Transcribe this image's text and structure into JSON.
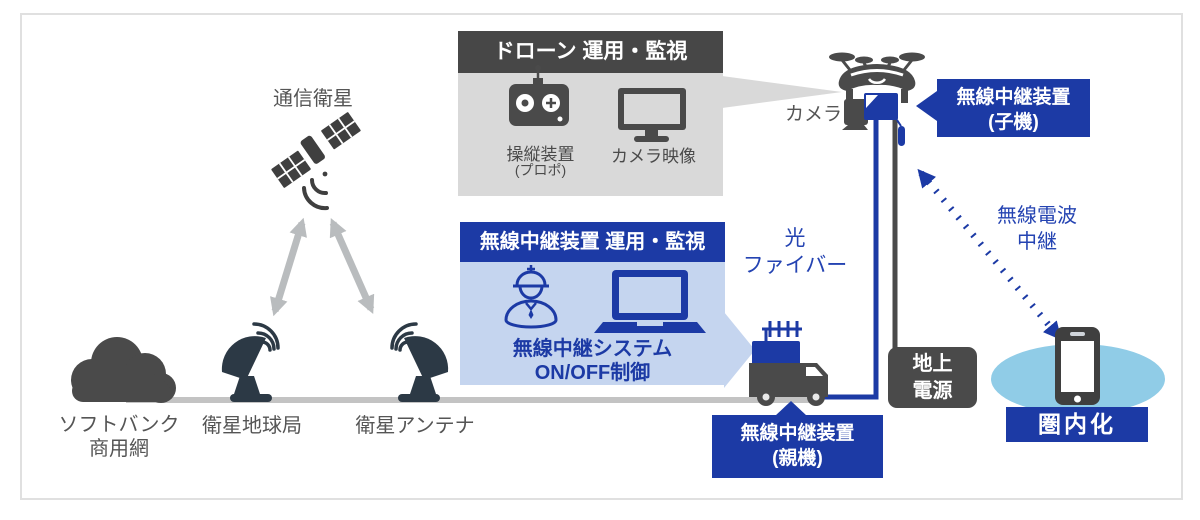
{
  "diagram": {
    "satellite_label": "通信衛星",
    "cloud_label_line1": "ソフトバンク",
    "cloud_label_line2": "商用網",
    "earth_station_label": "衛星地球局",
    "satellite_antenna_label": "衛星アンテナ",
    "camera_label": "カメラ",
    "fiber_label_line1": "光",
    "fiber_label_line2": "ファイバー",
    "radio_relay_label_line1": "無線電波",
    "radio_relay_label_line2": "中継",
    "ground_power_line1": "地上",
    "ground_power_line2": "電源",
    "coverage_label": "圏内化"
  },
  "drone_panel": {
    "title": "ドローン 運用・監視",
    "controller_label": "操縦装置",
    "controller_sublabel": "(プロポ)",
    "monitor_label": "カメラ映像"
  },
  "relay_panel": {
    "title": "無線中継装置 運用・監視",
    "control_label_line1": "無線中継システム",
    "control_label_line2": "ON/OFF制御"
  },
  "callouts": {
    "child_unit_line1": "無線中継装置",
    "child_unit_line2": "(子機)",
    "parent_unit_line1": "無線中継装置",
    "parent_unit_line2": "(親機)"
  },
  "colors": {
    "primary_blue": "#1c3aa5",
    "light_blue_panel": "#c5d5ef",
    "gray_panel": "#d9d9d9",
    "dark_header": "#474747",
    "icon_gray": "#4a4a4a",
    "dish_navy": "#2c3945",
    "coverage_ellipse": "#90cce7",
    "connector_gray": "#c3c3c3",
    "label_text": "#555555",
    "blue_text": "#2443b2"
  }
}
